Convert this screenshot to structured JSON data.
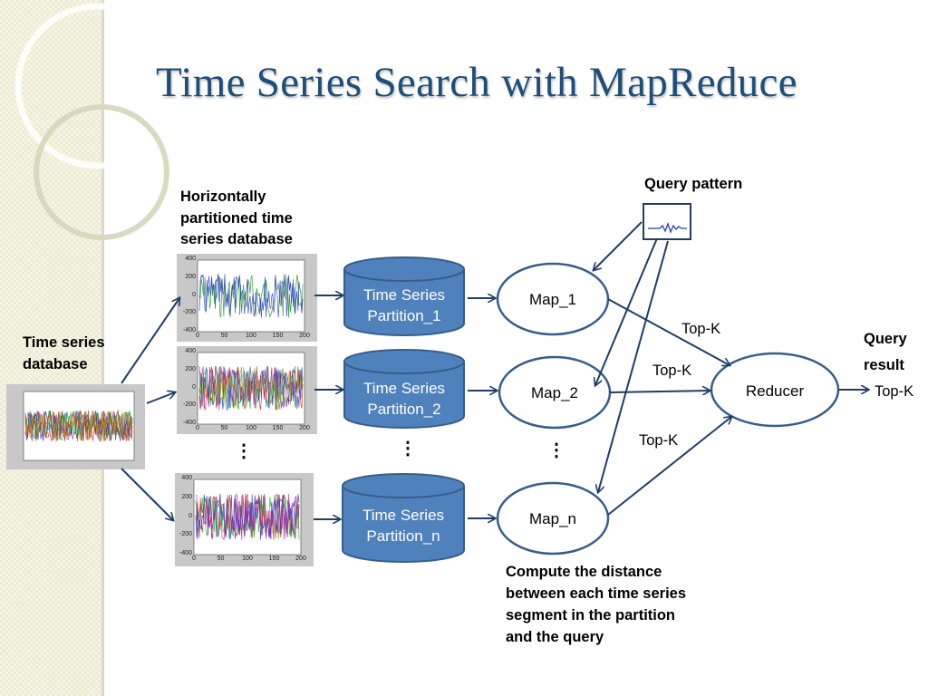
{
  "slide": {
    "title": "Time Series Search with MapReduce"
  },
  "labels": {
    "query_pattern": "Query pattern",
    "horizontally_line1": "Horizontally",
    "horizontally_line2": "partitioned time",
    "horizontally_line3": "series database",
    "database_line1": "Time series",
    "database_line2": "database",
    "query_result_line1": "Query",
    "query_result_line2": "result",
    "compute_line1": "Compute the distance",
    "compute_line2": "between each time series",
    "compute_line3": "segment in the partition",
    "compute_line4": "and the query"
  },
  "partitions": [
    {
      "line1": "Time Series",
      "line2": "Partition_1"
    },
    {
      "line1": "Time Series",
      "line2": "Partition_2"
    },
    {
      "line1": "Time Series",
      "line2": "Partition_n"
    }
  ],
  "maps": [
    "Map_1",
    "Map_2",
    "Map_n"
  ],
  "reducer": "Reducer",
  "topk": "Top-K",
  "ellipsis": "⋮",
  "plot": {
    "y_ticks": [
      "400",
      "200",
      "0",
      "-200",
      "-400"
    ],
    "x_ticks": [
      "0",
      "50",
      "100",
      "150",
      "200"
    ]
  },
  "colors": {
    "title": "#1f4e79",
    "cylinder_fill": "#4f81bd",
    "cylinder_stroke": "#385d8a",
    "ellipse_stroke": "#385d8a",
    "arrow": "#1f3d68"
  }
}
